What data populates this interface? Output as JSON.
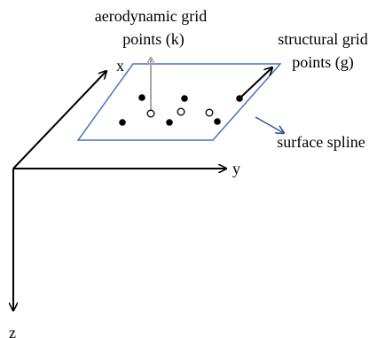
{
  "labels": {
    "aero_line1": "aerodynamic grid",
    "aero_line2": "points (k)",
    "struct_line1": "structural grid",
    "struct_line2": "points (g)",
    "spline": "surface spline",
    "axis_x": "x",
    "axis_y": "y",
    "axis_z": "z"
  },
  "colors": {
    "axes": "#000000",
    "surface": "#4472c4",
    "spline_arrow": "#2f5597",
    "aero_arrow": "#a6a6a6",
    "points": "#000000"
  },
  "legend": {
    "filled_marker": "structural grid point",
    "hollow_marker": "aerodynamic grid point"
  }
}
